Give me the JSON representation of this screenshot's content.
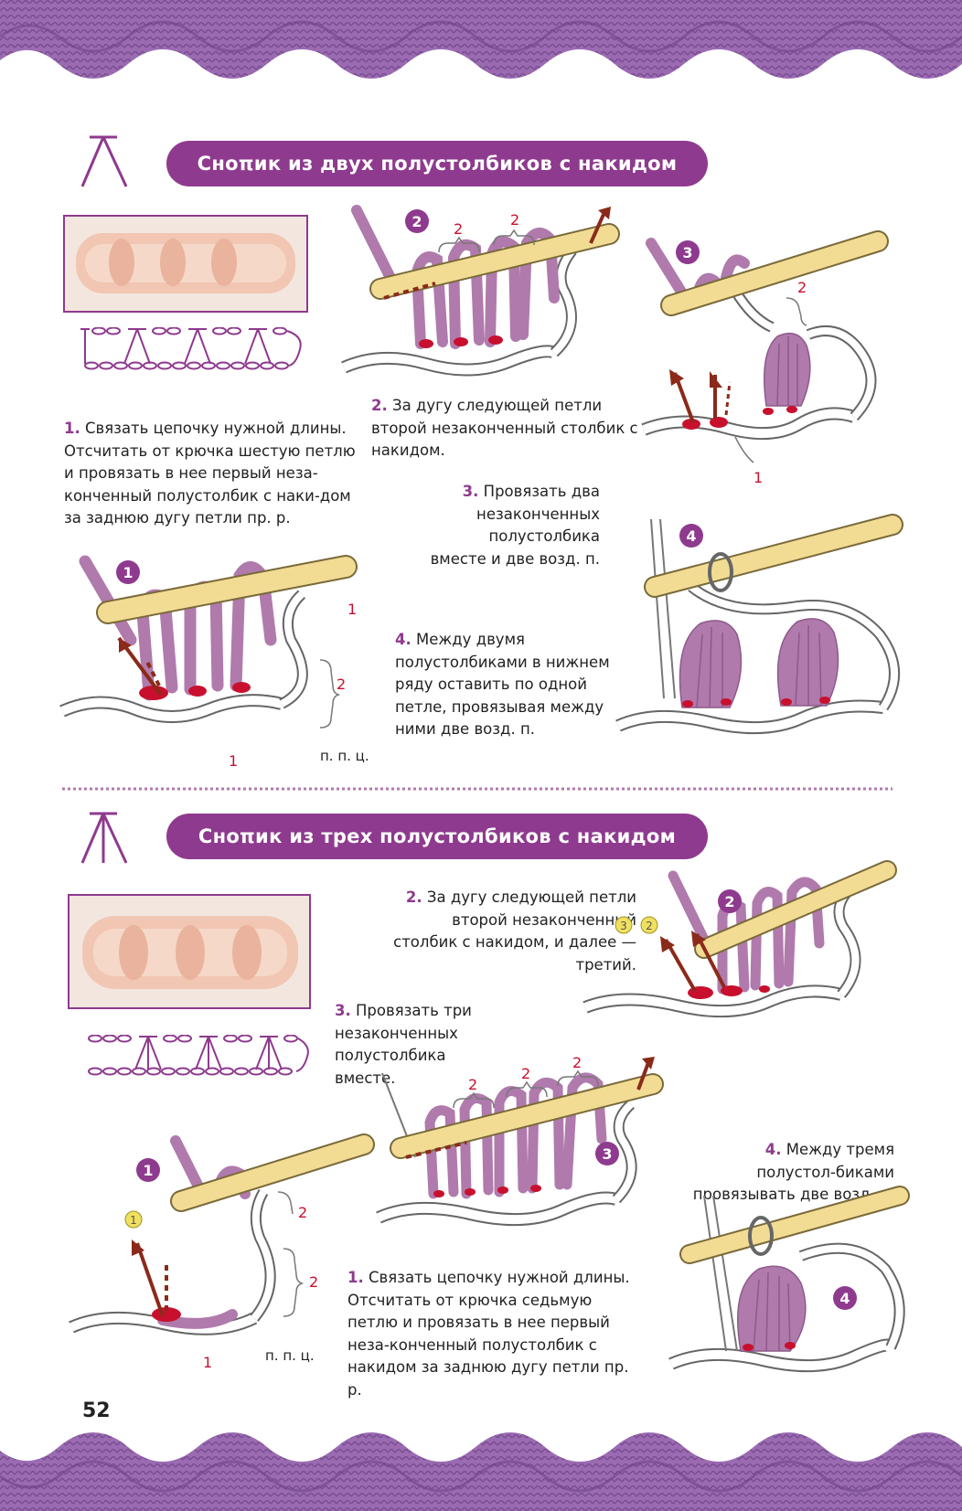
{
  "colors": {
    "accent": "#8e3a8e",
    "yarn": "#b07aac",
    "hook": "#f2dc94",
    "red_mark": "#c8102e",
    "arrow": "#8b2a1a"
  },
  "page_number": "52",
  "section1": {
    "title": "Сноπик из двух полустолбиков с накидом",
    "step1": {
      "num": "1.",
      "text": "Связать цепочку нужной длины. Отсчитать от крючка шестую петлю и провязать в нее первый неза-конченный полустолбик с наки-дом за заднюю дугу петли пр. р."
    },
    "step2": {
      "num": "2.",
      "text": "За дугу следующей петли второй незаконченный столбик с накидом."
    },
    "step3": {
      "num": "3.",
      "text": "Провязать два незаконченных полустолбика вместе и две возд. п."
    },
    "step4": {
      "num": "4.",
      "text": "Между двумя полустолбиками в нижнем ряду оставить по одной петле, провязывая между ними две возд. п."
    },
    "diagram1": {
      "badge": "1",
      "labels": [
        "1",
        "2",
        "1"
      ],
      "note": "п. п. ц."
    },
    "diagram2": {
      "badge": "2",
      "labels": [
        "2",
        "2"
      ]
    },
    "diagram3": {
      "badge": "3",
      "labels": [
        "2",
        "1"
      ]
    },
    "diagram4": {
      "badge": "4"
    }
  },
  "section2": {
    "title": "Сноπик из трех полустолбиков с накидом",
    "step1": {
      "num": "1.",
      "text": "Связать цепочку нужной длины. Отсчитать от крючка седьмую петлю и провязать в нее первый неза-конченный полустолбик с накидом за заднюю дугу петли пр. р."
    },
    "step2": {
      "num": "2.",
      "text": "За дугу следующей петли второй незаконченный столбик с накидом, и далее — третий."
    },
    "step3": {
      "num": "3.",
      "text": "Провязать три незаконченных полустолбика вместе."
    },
    "step4": {
      "num": "4.",
      "text": "Между тремя полустол-биками провязывать две возд. п."
    },
    "diagram1": {
      "badge": "1",
      "marker": "1",
      "labels": [
        "2",
        "2",
        "1"
      ],
      "note": "п. п. ц."
    },
    "diagram2": {
      "badge": "2",
      "markers": [
        "3",
        "2"
      ]
    },
    "diagram3": {
      "badge": "3",
      "labels": [
        "2",
        "2",
        "2"
      ]
    },
    "diagram4": {
      "badge": "4"
    }
  }
}
